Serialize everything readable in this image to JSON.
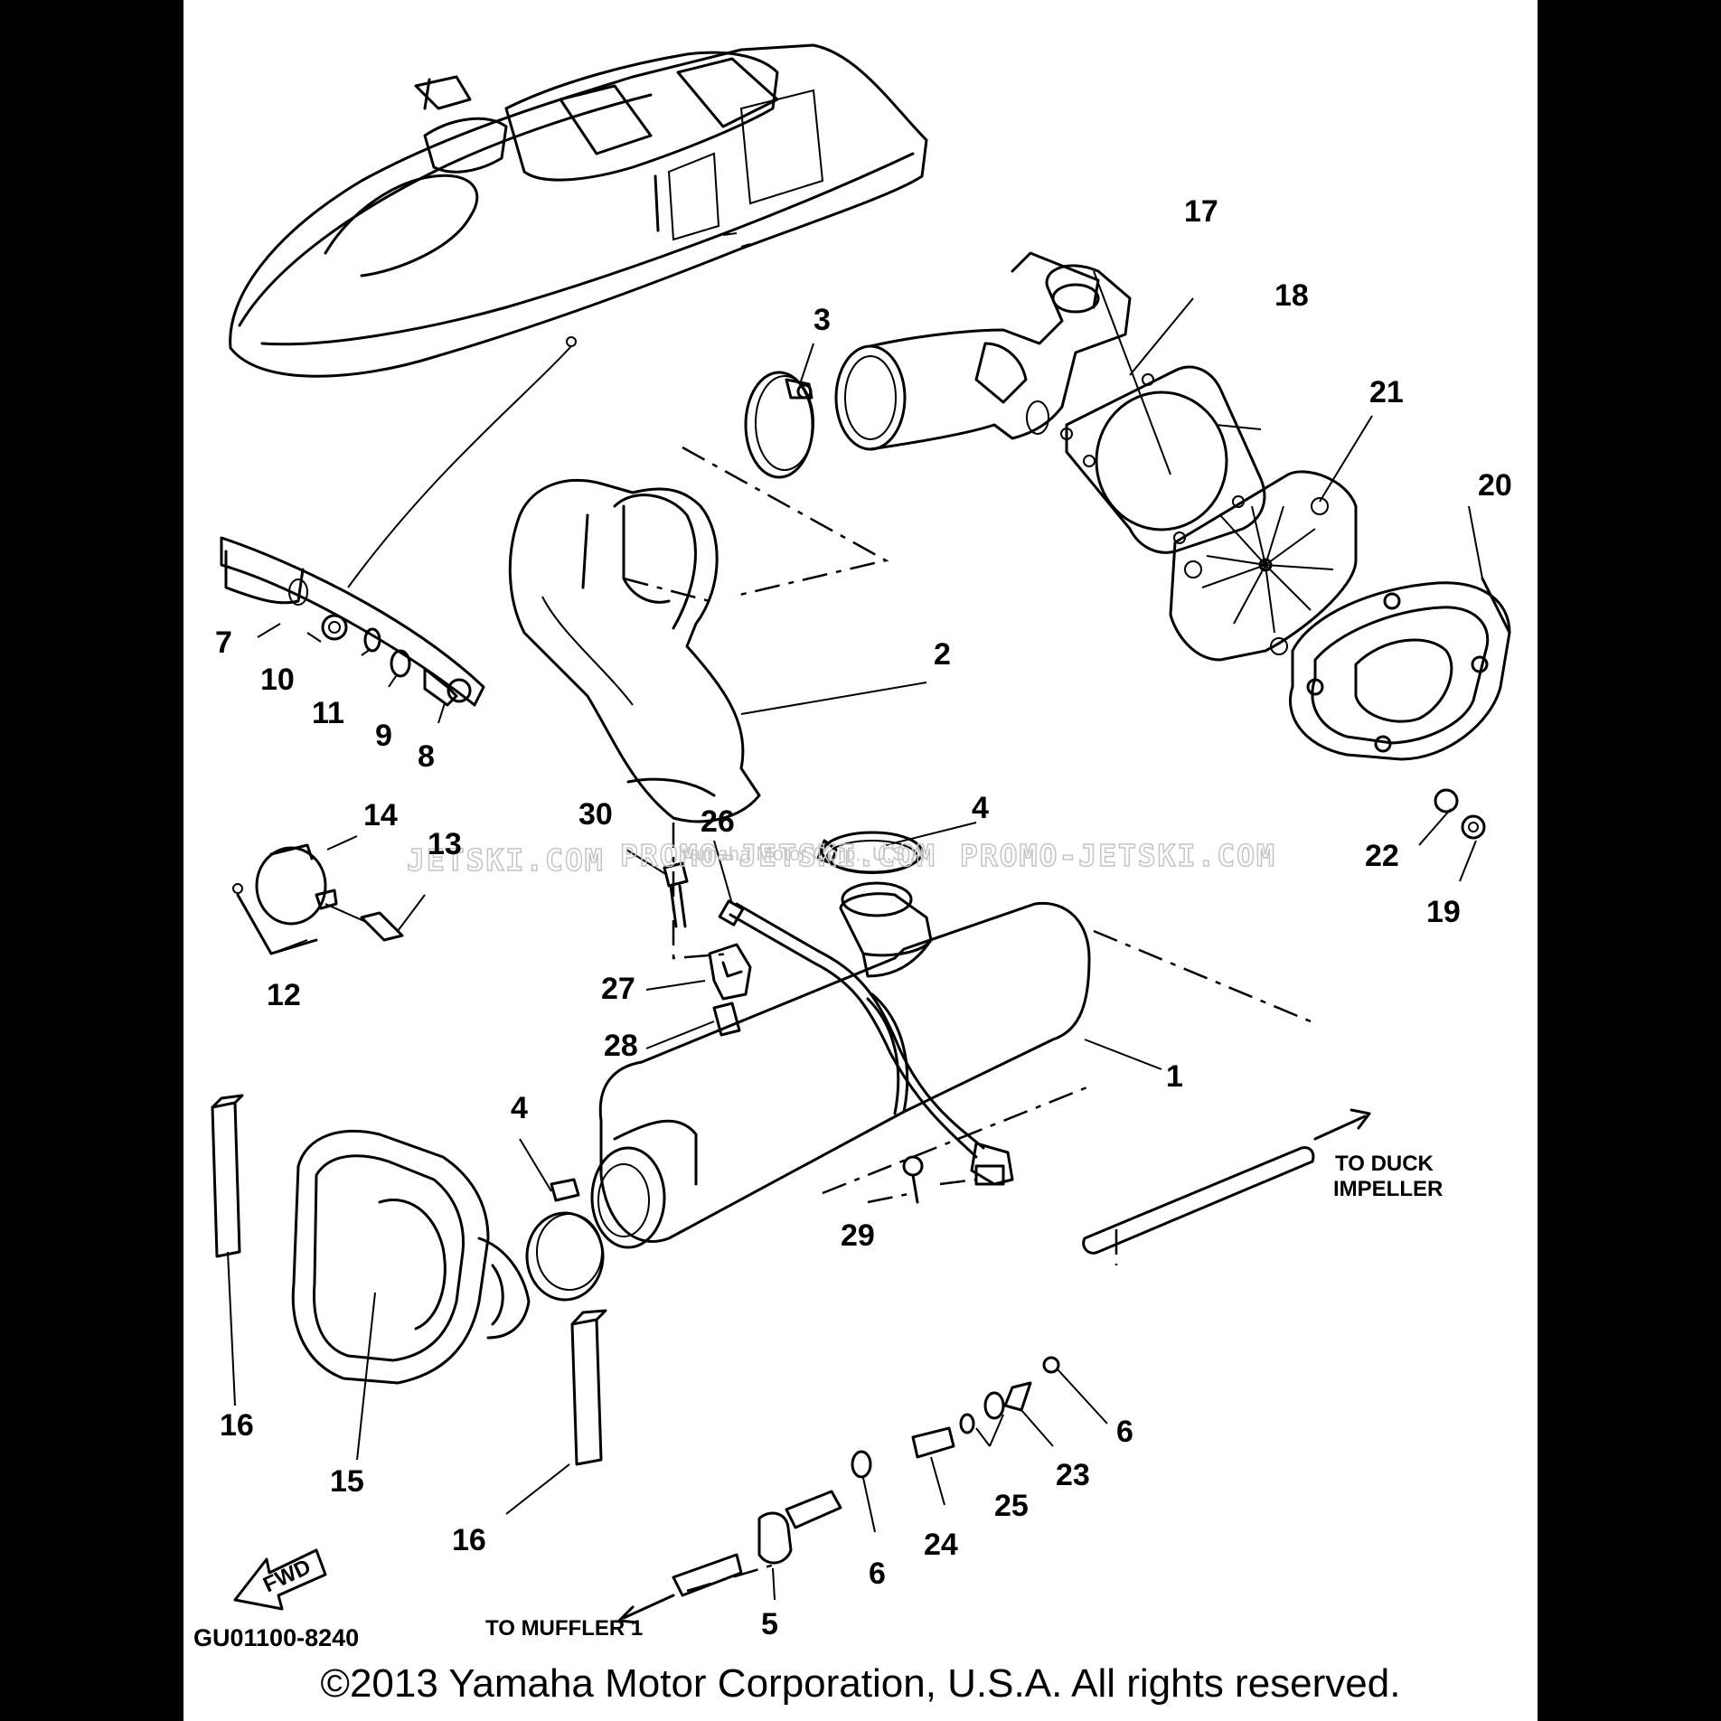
{
  "callouts": {
    "c1": "1",
    "c2": "2",
    "c3": "3",
    "c4a": "4",
    "c4b": "4",
    "c5": "5",
    "c6a": "6",
    "c6b": "6",
    "c7": "7",
    "c8": "8",
    "c9": "9",
    "c10": "10",
    "c11": "11",
    "c12": "12",
    "c13": "13",
    "c14": "14",
    "c15": "15",
    "c16a": "16",
    "c16b": "16",
    "c17": "17",
    "c18": "18",
    "c19": "19",
    "c20": "20",
    "c21": "21",
    "c22": "22",
    "c23": "23",
    "c24": "24",
    "c25": "25",
    "c26": "26",
    "c27": "27",
    "c28": "28",
    "c29": "29",
    "c30": "30"
  },
  "labels": {
    "to_duck_line1": "TO DUCK",
    "to_duck_line2": "IMPELLER",
    "to_muffler": "TO MUFFLER 1",
    "fwd": "FWD",
    "figure_code": "GU01100-8240",
    "copyright": "©2013 Yamaha Motor Corporation, U.S.A. All rights reserved."
  },
  "watermarks": {
    "left": "JETSKI.COM",
    "middle": "PROMO-JETSKI.COM",
    "right": "PROMO-JETSKI.COM",
    "overlay": "Yamaha Motor Corp., U.S.A."
  }
}
